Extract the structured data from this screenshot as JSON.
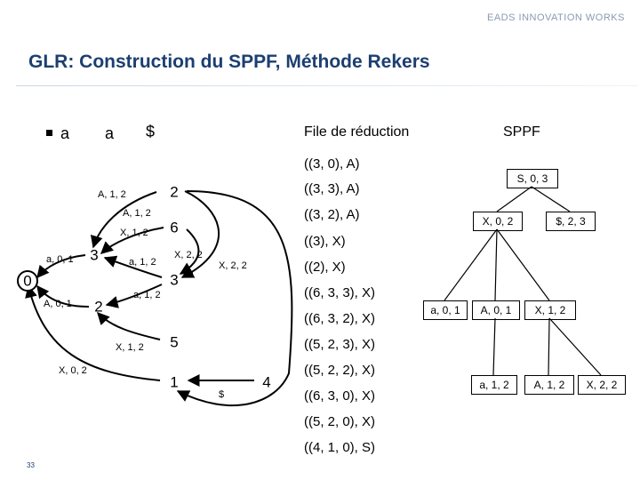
{
  "header": {
    "logo": "EADS INNOVATION WORKS",
    "title": "GLR: Construction du SPPF, Méthode Rekers"
  },
  "input": [
    "a",
    "a",
    "$"
  ],
  "file_de_reduction": {
    "title": "File de réduction",
    "items": [
      "((3, 0), A)",
      "((3, 3), A)",
      "((3, 2), A)",
      "((3), X)",
      "((2), X)",
      "((6, 3, 3), X)",
      "((6, 3, 2), X)",
      "((5, 2, 3), X)",
      "((5, 2, 2), X)",
      "((6, 3, 0), X)",
      "((5, 2, 0), X)",
      "((4, 1, 0), S)"
    ]
  },
  "sppf": {
    "title": "SPPF",
    "nodes": [
      "S, 0, 3",
      "X, 0, 2",
      "$, 2, 3",
      "a, 0, 1",
      "A, 0, 1",
      "X, 1, 2",
      "a, 1, 2",
      "A, 1, 2",
      "X, 2, 2"
    ]
  },
  "graph": {
    "states": [
      "0",
      "3",
      "2",
      "2",
      "6",
      "3",
      "5",
      "1",
      "4"
    ],
    "edge_labels": [
      "a, 0, 1",
      "A, 0, 1",
      "A, 1, 2",
      "A, 1, 2",
      "X, 1, 2",
      "a, 1, 2",
      "X, 2, 2",
      "X, 2, 2",
      "a, 1, 2",
      "X, 1, 2",
      "X, 0, 2",
      "$"
    ]
  },
  "footer": {
    "page": "33"
  }
}
